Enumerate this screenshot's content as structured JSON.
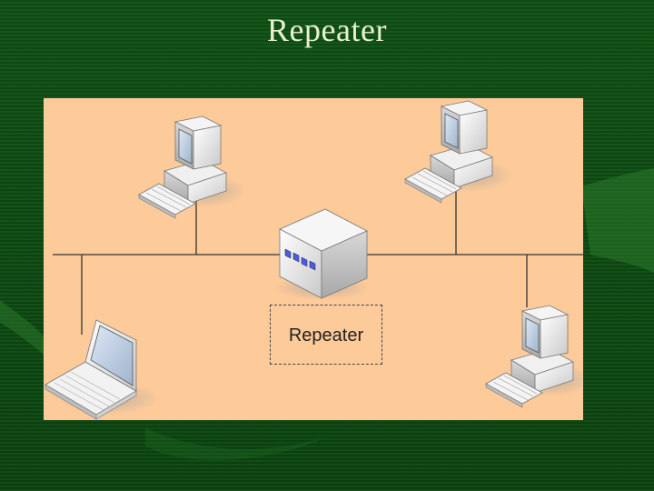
{
  "slide": {
    "title": "Repeater"
  },
  "diagram": {
    "repeater_label": "Repeater",
    "devices": [
      {
        "kind": "desktop-pc",
        "position": "top-left"
      },
      {
        "kind": "desktop-pc",
        "position": "top-right"
      },
      {
        "kind": "laptop",
        "position": "bottom-left"
      },
      {
        "kind": "desktop-pc",
        "position": "bottom-right"
      },
      {
        "kind": "repeater-device",
        "position": "center"
      }
    ],
    "colors": {
      "panel": "#fdca9a",
      "background": "#0f4a12",
      "title": "#e8f0d0",
      "repeater_leds": "#4a5de0"
    }
  }
}
